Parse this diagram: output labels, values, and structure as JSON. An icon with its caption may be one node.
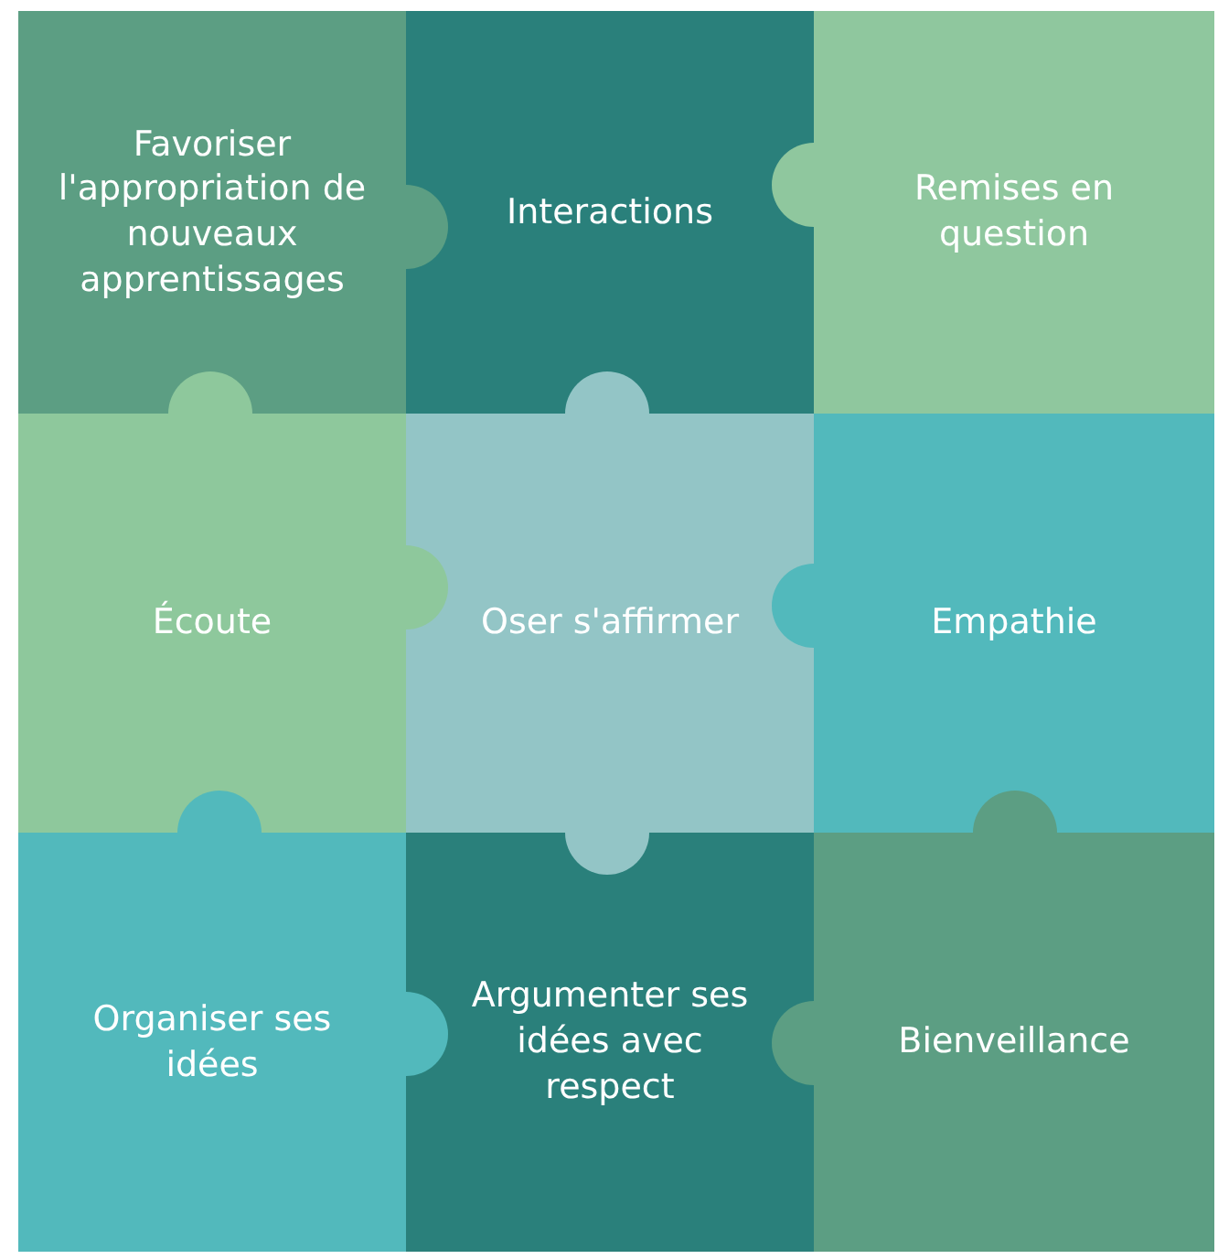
{
  "diagram": {
    "nodes": [
      {
        "text": [
          "Favoriser l'appropriation de nouveaux apprentissages"
        ]
      },
      {
        "text": [
          "Interactions"
        ]
      },
      {
        "text": [
          "Remises en question"
        ]
      },
      {
        "text": [
          "Écoute"
        ]
      },
      {
        "text": [
          "Oser s'affirmer"
        ]
      },
      {
        "text": [
          "Empathie"
        ]
      },
      {
        "text": [
          "Organiser ses idées"
        ]
      },
      {
        "text": [
          "Argumenter ses idées avec respect"
        ]
      },
      {
        "text": [
          "Bienveillance"
        ]
      }
    ]
  }
}
